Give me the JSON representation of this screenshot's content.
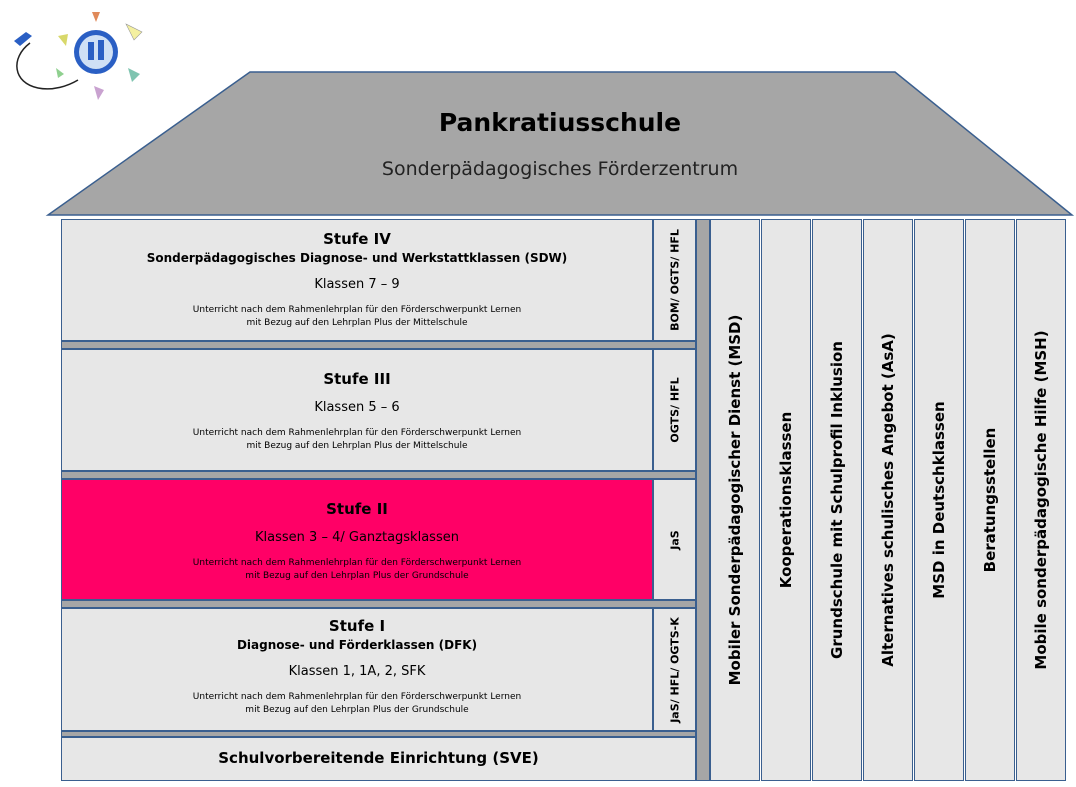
{
  "roof": {
    "title": "Pankratiusschule",
    "subtitle": "Sonderpädagogisches Förderzentrum"
  },
  "levels": [
    {
      "title": "Stufe IV",
      "subtitle": "Sonderpädagogisches Diagnose- und Werkstattklassen (SDW)",
      "classes": "Klassen 7 – 9",
      "note1": "Unterricht nach dem Rahmenlehrplan für den Förderschwerpunkt Lernen",
      "note2": "mit Bezug auf den Lehrplan Plus der Mittelschule",
      "side": "BOM/ OGTS/ HFL"
    },
    {
      "title": "Stufe III",
      "subtitle": "",
      "classes": "Klassen 5 – 6",
      "note1": "Unterricht nach dem Rahmenlehrplan für den Förderschwerpunkt Lernen",
      "note2": "mit Bezug auf den Lehrplan Plus der Mittelschule",
      "side": "OGTS/ HFL"
    },
    {
      "title": "Stufe II",
      "subtitle": "",
      "classes": "Klassen 3 – 4/ Ganztagsklassen",
      "note1": "Unterricht nach dem Rahmenlehrplan für den Förderschwerpunkt Lernen",
      "note2": "mit Bezug auf den Lehrplan Plus der Grundschule",
      "side": "JaS"
    },
    {
      "title": "Stufe I",
      "subtitle": "Diagnose- und Förderklassen (DFK)",
      "classes": "Klassen 1, 1A, 2, SFK",
      "note1": "Unterricht nach dem Rahmenlehrplan für den Förderschwerpunkt Lernen",
      "note2": "mit Bezug auf den Lehrplan Plus der Grundschule",
      "side": "JaS/ HFL/ OGTS-K"
    }
  ],
  "foundation": "Schulvorbereitende Einrichtung (SVE)",
  "columns": [
    "Mobiler Sonderpädagogischer Dienst (MSD)",
    "Kooperationsklassen",
    "Grundschule mit Schulprofil Inklusion",
    "Alternatives schulisches Angebot (AsA)",
    "MSD in Deutschklassen",
    "Beratungsstellen",
    "Mobile sonderpädagogische Hilfe (MSH)"
  ],
  "colors": {
    "roof": "#a6a6a6",
    "box": "#e7e7e7",
    "border": "#3a5f8f",
    "highlight": "#ff0066"
  },
  "logo": {
    "icon": "school-logo-icon"
  }
}
